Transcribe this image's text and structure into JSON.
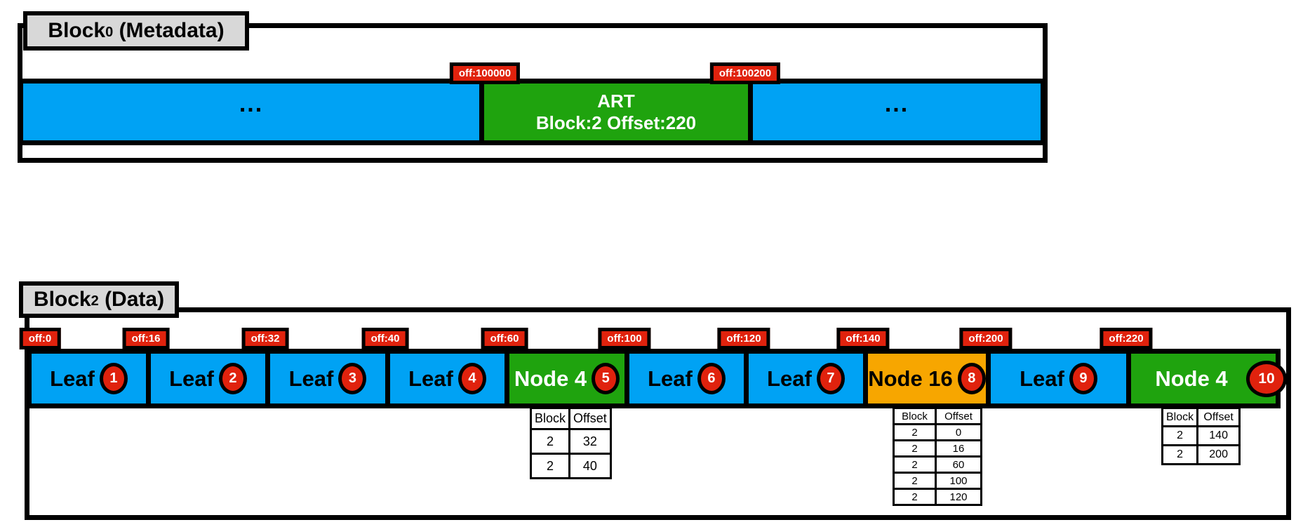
{
  "colors": {
    "blue": "#00A2F4",
    "green": "#1FA30E",
    "orange": "#F7A600",
    "red": "#E0220D",
    "label_gray": "#D8D8D8",
    "border_black": "#000000",
    "text_white": "#FFFFFF"
  },
  "block0": {
    "label": {
      "prefix": "Block",
      "subscript": "0",
      "suffix": " (Metadata)"
    },
    "offset_labels": [
      "off:100000",
      "off:100200"
    ],
    "bar_segments": [
      {
        "type": "region",
        "color": "blue",
        "text": "..."
      },
      {
        "type": "art-entry",
        "color": "green",
        "lines": [
          "ART",
          "Block:2 Offset:220"
        ]
      },
      {
        "type": "region",
        "color": "blue",
        "text": "..."
      }
    ]
  },
  "block2": {
    "label": {
      "prefix": "Block",
      "subscript": "2",
      "suffix": " (Data)"
    },
    "offset_labels": [
      "off:0",
      "off:16",
      "off:32",
      "off:40",
      "off:60",
      "off:100",
      "off:120",
      "off:140",
      "off:200",
      "off:220"
    ],
    "segments": [
      {
        "label": "Leaf",
        "badge": "1",
        "color": "blue",
        "text_color": "black"
      },
      {
        "label": "Leaf",
        "badge": "2",
        "color": "blue",
        "text_color": "black"
      },
      {
        "label": "Leaf",
        "badge": "3",
        "color": "blue",
        "text_color": "black"
      },
      {
        "label": "Leaf",
        "badge": "4",
        "color": "blue",
        "text_color": "black"
      },
      {
        "label": "Node 4",
        "badge": "5",
        "color": "green",
        "text_color": "white",
        "table": {
          "headers": [
            "Block",
            "Offset"
          ],
          "rows": [
            [
              "2",
              "32"
            ],
            [
              "2",
              "40"
            ]
          ]
        }
      },
      {
        "label": "Leaf",
        "badge": "6",
        "color": "blue",
        "text_color": "black"
      },
      {
        "label": "Leaf",
        "badge": "7",
        "color": "blue",
        "text_color": "black"
      },
      {
        "label": "Node 16",
        "badge": "8",
        "color": "orange",
        "text_color": "black",
        "table": {
          "headers": [
            "Block",
            "Offset"
          ],
          "rows": [
            [
              "2",
              "0"
            ],
            [
              "2",
              "16"
            ],
            [
              "2",
              "60"
            ],
            [
              "2",
              "100"
            ],
            [
              "2",
              "120"
            ]
          ]
        }
      },
      {
        "label": "Leaf",
        "badge": "9",
        "color": "blue",
        "text_color": "black"
      },
      {
        "label": "Node 4",
        "badge": "10",
        "color": "green",
        "text_color": "white",
        "table": {
          "headers": [
            "Block",
            "Offset"
          ],
          "rows": [
            [
              "2",
              "140"
            ],
            [
              "2",
              "200"
            ]
          ]
        }
      }
    ]
  }
}
